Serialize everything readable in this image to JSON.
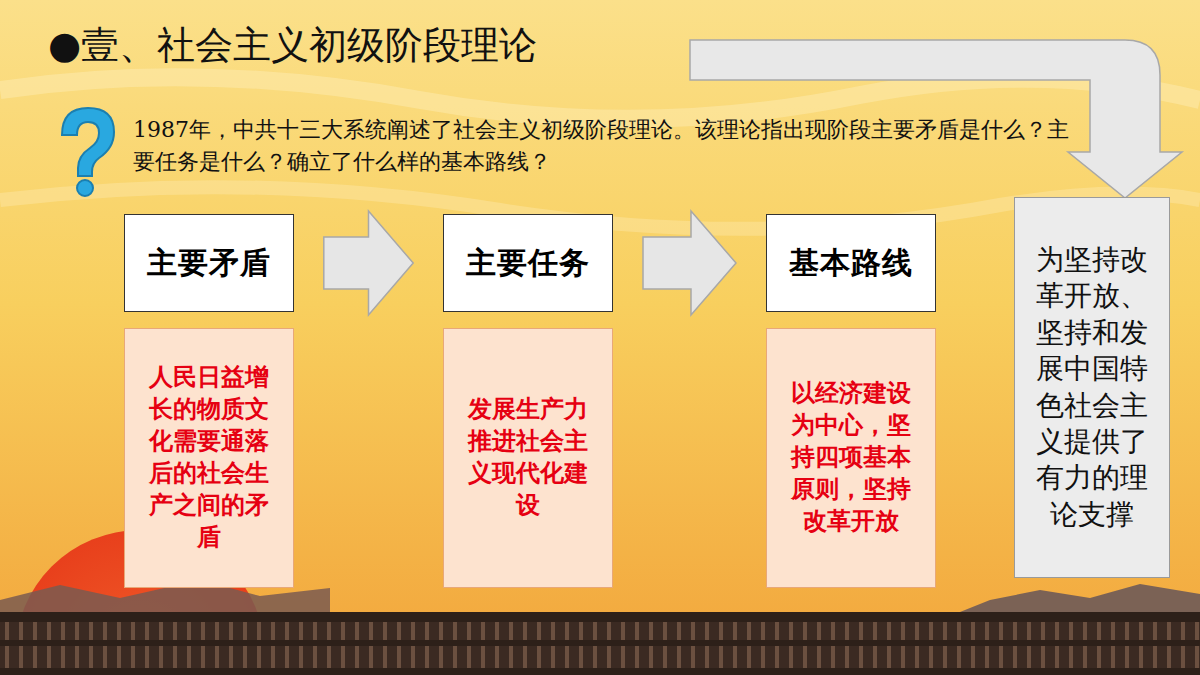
{
  "diagram": {
    "title": "●壹、社会主义初级阶段理论",
    "nodes": [
      {
        "text": [
          "主要矛盾"
        ]
      },
      {
        "text": [
          "人民日益增长的物质文化需要通落后的社会生产之间的矛盾"
        ]
      },
      {
        "text": [
          "主要任务"
        ]
      },
      {
        "text": [
          "发展生产力推进社会主义现代化建设"
        ]
      },
      {
        "text": [
          "基本路线"
        ]
      },
      {
        "text": [
          "以经济建设为中心，坚持四项基本原则，坚持改革开放"
        ]
      },
      {
        "text": [
          "为坚持改革开放、坚持和发展中国特色社会主义提供了有力的理论支撑"
        ]
      }
    ],
    "edges": [
      {
        "from": 0,
        "to": 2,
        "arrow": "to"
      },
      {
        "from": 2,
        "to": 4,
        "arrow": "to"
      }
    ],
    "labels": [
      "1987年，中共十三大系统阐述了社会主义初级阶段理论。该理论指出现阶段主要矛盾是什么？主要任务是什么？确立了什么样的基本路线？"
    ]
  }
}
